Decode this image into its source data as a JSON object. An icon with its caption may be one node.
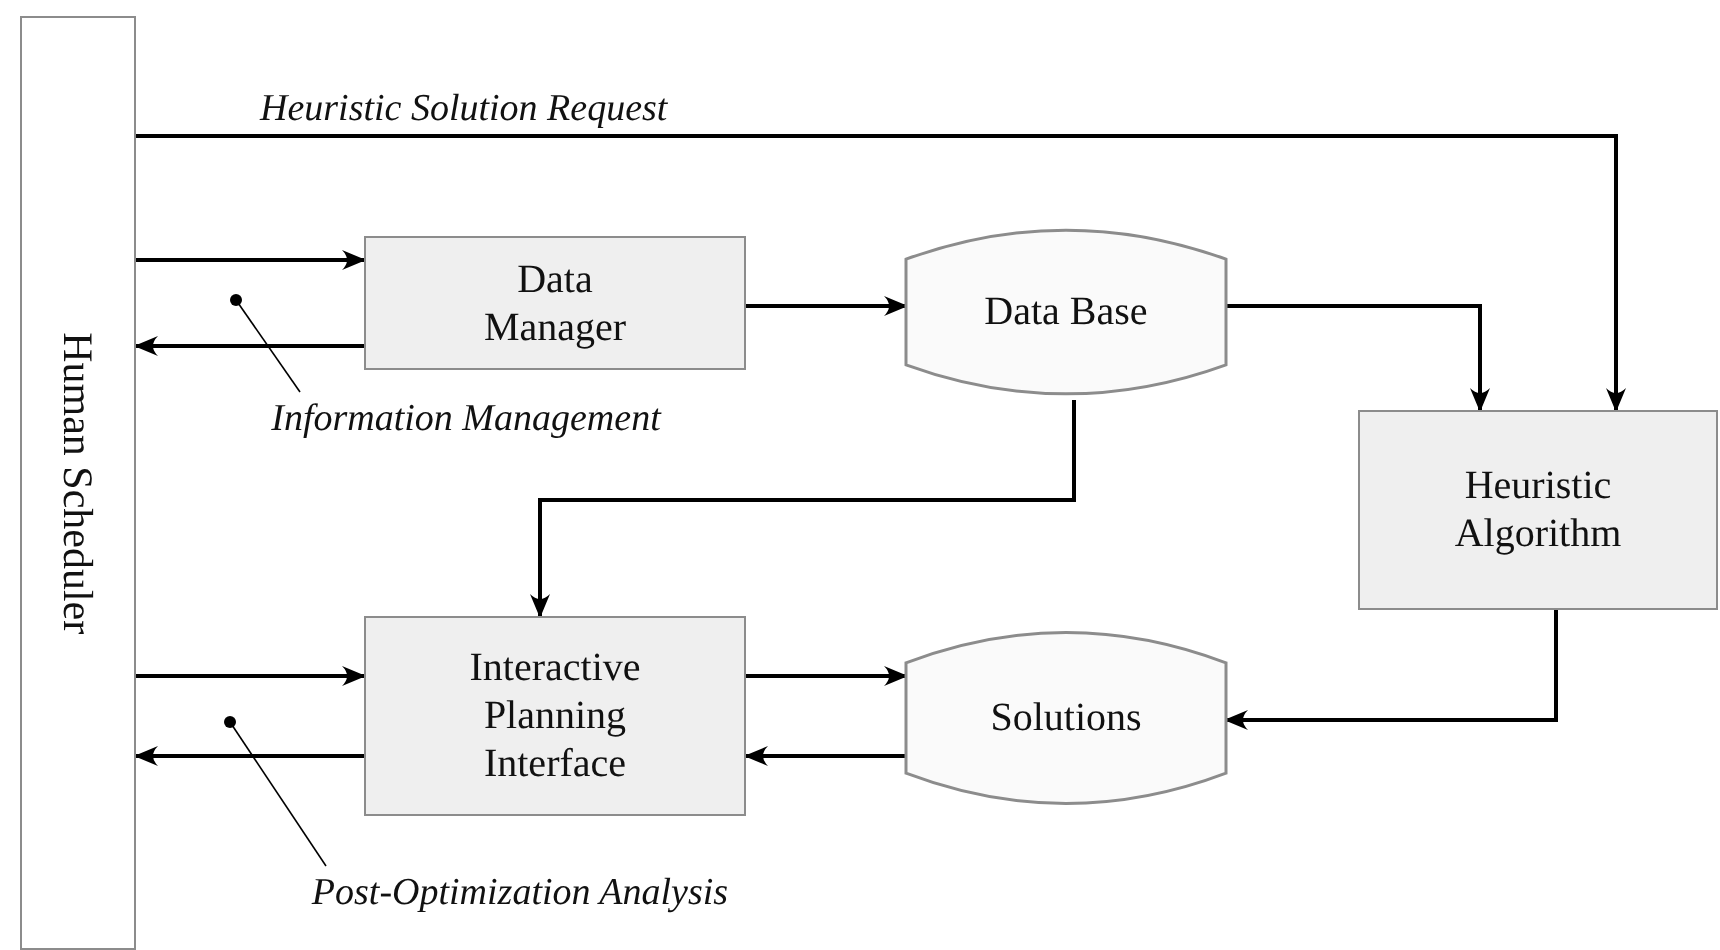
{
  "diagram": {
    "nodes": [
      {
        "text": [
          "Human Scheduler"
        ]
      },
      {
        "text": [
          "Data Manager"
        ]
      },
      {
        "text": [
          "Data Base"
        ]
      },
      {
        "text": [
          "Information Management"
        ]
      },
      {
        "text": [
          "Heuristic Algorithm"
        ]
      },
      {
        "text": [
          "Interactive Planning Interface"
        ]
      },
      {
        "text": [
          "Solutions"
        ]
      },
      {
        "text": [
          "Post-Optimization Analysis"
        ]
      }
    ],
    "edges": [
      {
        "from": 0,
        "to": 1,
        "arrow": "to"
      },
      {
        "from": 1,
        "to": 0,
        "arrow": "to"
      },
      {
        "from": 1,
        "to": 2,
        "arrow": "to"
      },
      {
        "from": 2,
        "to": 4,
        "arrow": "to"
      },
      {
        "from": 0,
        "to": 4,
        "arrow": "to",
        "label": "Heuristic Solution Request"
      },
      {
        "from": 2,
        "to": 5,
        "arrow": "to"
      },
      {
        "from": 5,
        "to": 6,
        "arrow": "to"
      },
      {
        "from": 6,
        "to": 5,
        "arrow": "to"
      },
      {
        "from": 4,
        "to": 6,
        "arrow": "to"
      },
      {
        "from": 0,
        "to": 5,
        "arrow": "to"
      },
      {
        "from": 5,
        "to": 0,
        "arrow": "to"
      },
      {
        "from": 3,
        "to": null,
        "arrow": "other"
      },
      {
        "from": 7,
        "to": null,
        "arrow": "other"
      }
    ]
  }
}
